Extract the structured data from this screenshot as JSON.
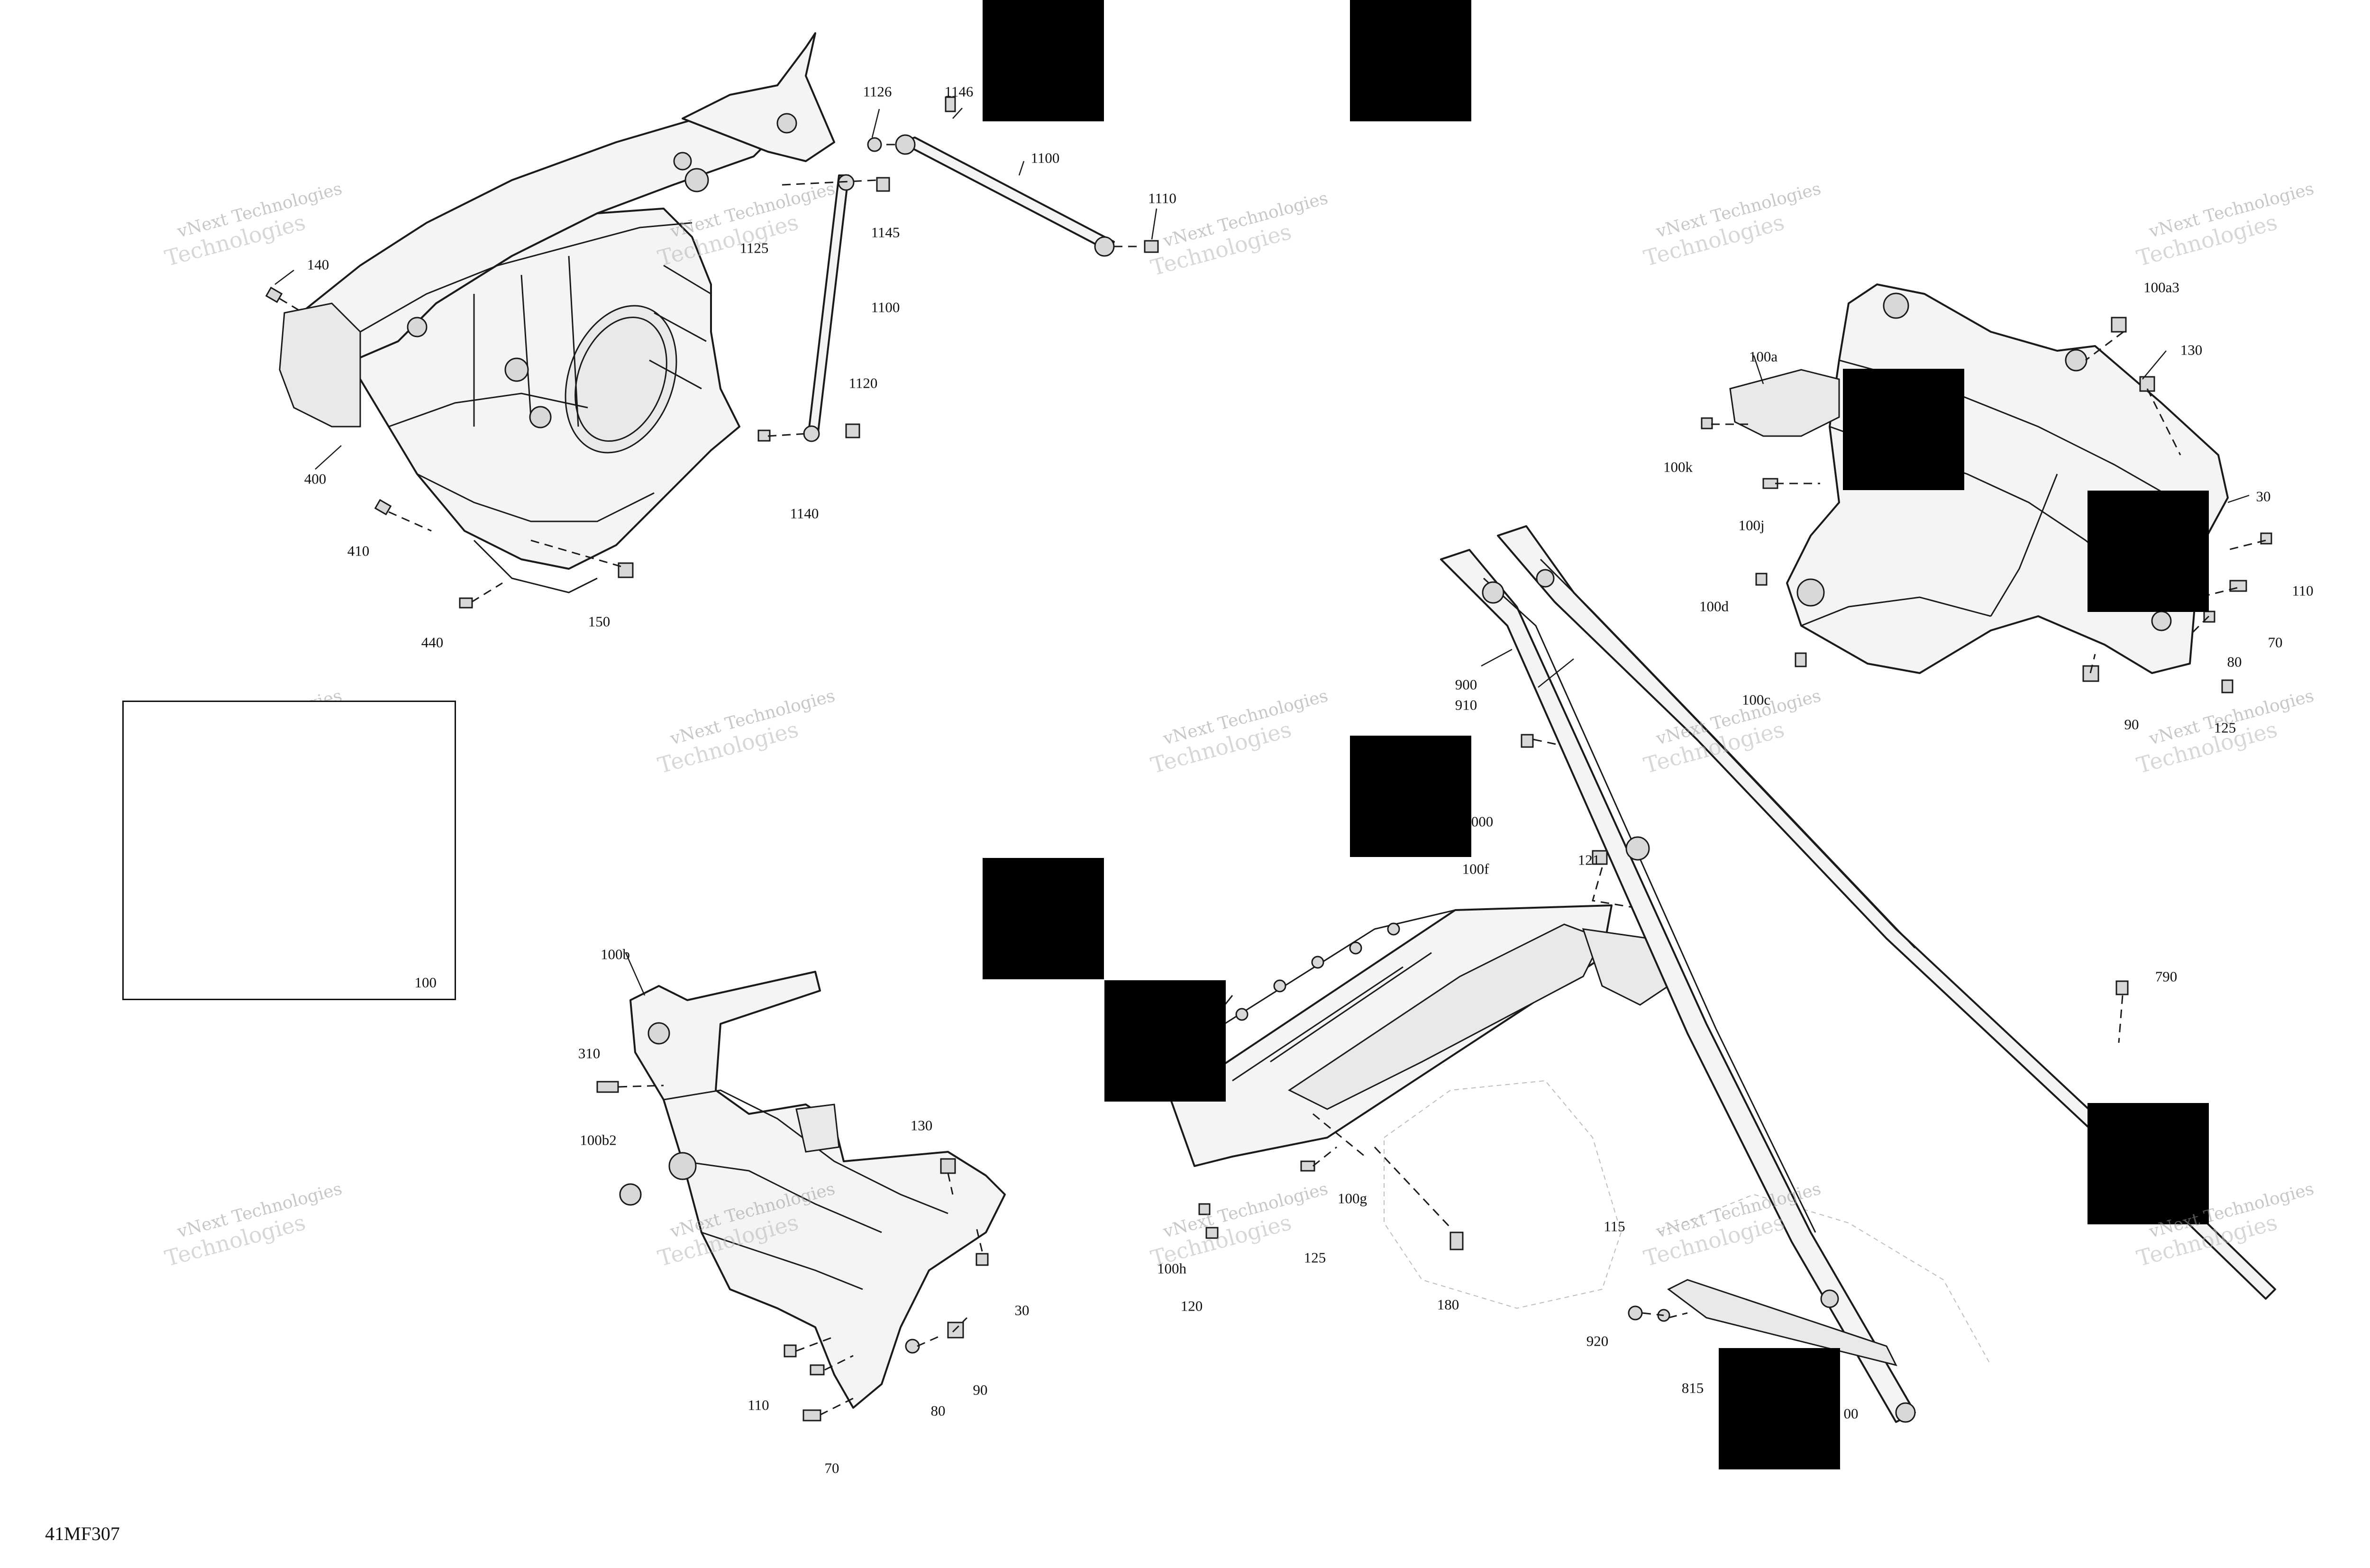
{
  "drawing_id": "41MF307",
  "watermark": {
    "line1": "vNext Technologies",
    "line2": "Technologies"
  },
  "inset": {
    "label": "100"
  },
  "callouts": {
    "c1126": "1126",
    "c1146": "1146",
    "c1100_top": "1100",
    "c1110": "1110",
    "c1145": "1145",
    "c1125": "1125",
    "c1100_mid": "1100",
    "c1120": "1120",
    "c1140": "1140",
    "c140": "140",
    "c400": "400",
    "c410": "410",
    "c440": "440",
    "c150": "150",
    "c100a3": "100a3",
    "c100a": "100a",
    "c130_r": "130",
    "c100k": "100k",
    "c100j": "100j",
    "c30_r": "30",
    "c100d": "100d",
    "c110_r": "110",
    "c70_r": "70",
    "c80_r": "80",
    "c100c": "100c",
    "c90_r": "90",
    "c125_r": "125",
    "c900": "900",
    "c910": "910",
    "c000_cut": "000",
    "c121": "121",
    "c100f": "100f",
    "c790": "790",
    "c100g": "100g",
    "c125": "125",
    "c100h": "100h",
    "c120": "120",
    "c180": "180",
    "c115": "115",
    "c920": "920",
    "c815": "815",
    "c00_cut": "00",
    "c100b": "100b",
    "c310": "310",
    "c100b2": "100b2",
    "c130_b": "130",
    "c30_b": "30",
    "c110_b": "110",
    "c90_b": "90",
    "c80_b": "80",
    "c70_b": "70"
  }
}
